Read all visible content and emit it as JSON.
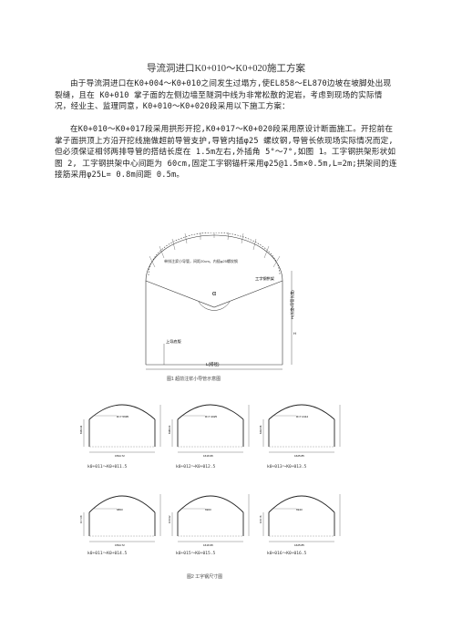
{
  "document": {
    "title": "导流洞进口K0+010～K0+020施工方案",
    "paragraph1": "由于导流洞进口在K0+004～K0+010之间发生过塌方,使EL858～EL870边坡在坡脚处出现裂缝，且在 K0+010 掌子面的左侧边墙至隧洞中线为非常松散的泥岩，考虑到现场的实际情况，经业主、监理同意，K0+010～K0+020段采用以下施工方案：",
    "paragraph2": "在K0+010～K0+017段采用拱形开挖,K0+017～K0+020段采用原设计断面施工。开挖前在掌子面拱顶上方沿开挖线施做超前导管支护,导管内插φ25 螺纹钢,导管长依现场实际情况而定,但必须保证相邻两排导管的搭结长度在 1.5m左右,外插角 5°～7°,如图 1。工字钢拱架形状如图 2, 工字钢拱架中心间距为 60cm,固定工字钢锚杆采用φ25@1.5m×0.5m,L=2m;拱架间的连接筋采用φ25L= 0.8m间距 0.5m。"
  },
  "figure1": {
    "label_pipe": "单排注浆小导管，间距20cm，内插φ25螺纹钢",
    "label_steel": "工字钢拱架",
    "label_alpha": "α",
    "label_length": "L(搭径)",
    "label_vertical": "H(长度≤导管长度)",
    "label_h": "H",
    "label_bench": "上导底版",
    "caption": "图1  超前注浆小导管示意图"
  },
  "figure2": {
    "caption": "图2  工字钢尺寸图",
    "sections": [
      {
        "label": "k0+011～K0+011.5",
        "dim_a": "R=7.5695",
        "dim_b": "6363.34",
        "dim_w": "1594.72"
      },
      {
        "label": "k0+012～K0+012.5",
        "dim_a": "R=7.4025",
        "dim_b": "6389.03",
        "dim_w": "1616.95"
      },
      {
        "label": "k0+013～K0+013.5",
        "dim_a": "R=7.2414",
        "dim_b": "6402.56",
        "dim_w": "1625.85"
      },
      {
        "label": "k0+011～K0+014.5",
        "dim_a": "6863",
        "dim_b": "R=7.08",
        "dim_w": "1594.72"
      },
      {
        "label": "k0+015～K0+015.5",
        "dim_a": "6903",
        "dim_b": "R=6.92",
        "dim_w": "1616.95"
      },
      {
        "label": "k0+016～K0+016.5",
        "dim_a": "6943",
        "dim_b": "R=6.76",
        "dim_w": "1625.85"
      }
    ]
  }
}
